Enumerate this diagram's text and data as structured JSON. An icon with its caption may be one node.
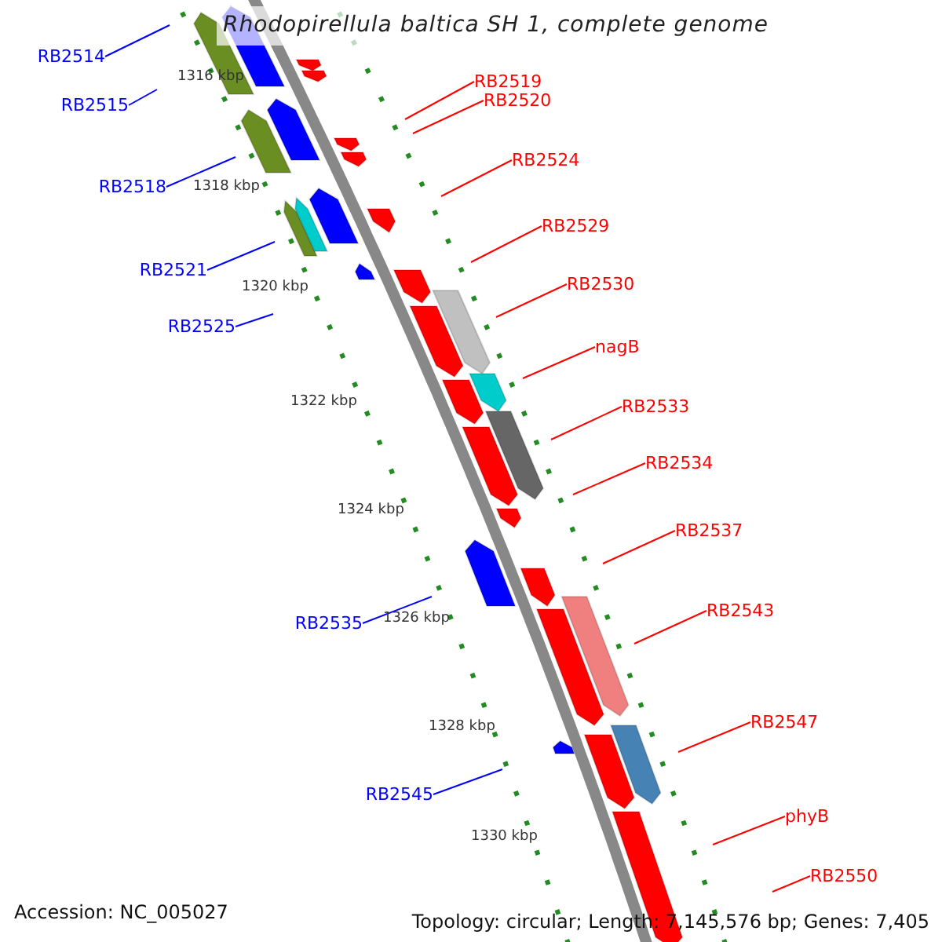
{
  "diagram": {
    "title": "Rhodopirellula baltica SH 1, complete genome",
    "nodes": [
      {
        "text": [
          "RB2514"
        ]
      },
      {
        "text": [
          "RB2519"
        ]
      },
      {
        "text": [
          "RB2520"
        ]
      },
      {
        "text": [
          "RB2515"
        ]
      },
      {
        "text": [
          "RB2524"
        ]
      },
      {
        "text": [
          "RB2518"
        ]
      },
      {
        "text": [
          "RB2529"
        ]
      },
      {
        "text": [
          "RB2521"
        ]
      },
      {
        "text": [
          "RB2530"
        ]
      },
      {
        "text": [
          "RB2525"
        ]
      },
      {
        "text": [
          "nagB"
        ]
      },
      {
        "text": [
          "RB2533"
        ]
      },
      {
        "text": [
          "RB2534"
        ]
      },
      {
        "text": [
          "RB2537"
        ]
      },
      {
        "text": [
          "RB2543"
        ]
      },
      {
        "text": [
          "RB2535"
        ]
      },
      {
        "text": [
          "RB2547"
        ]
      },
      {
        "text": [
          "RB2545"
        ]
      },
      {
        "text": [
          "phyB"
        ]
      },
      {
        "text": [
          "RB2550"
        ]
      }
    ],
    "edges": [
      {
        "from": 0,
        "to": null,
        "arrow": "none",
        "color": "#0000ff"
      },
      {
        "from": 1,
        "to": null,
        "arrow": "none"
      },
      {
        "from": 2,
        "to": null,
        "arrow": "none"
      },
      {
        "from": 3,
        "to": null,
        "arrow": "none",
        "color": "#0000ff"
      },
      {
        "from": 4,
        "to": null,
        "arrow": "none"
      },
      {
        "from": 5,
        "to": null,
        "arrow": "none",
        "color": "#0000ff"
      },
      {
        "from": 6,
        "to": null,
        "arrow": "none"
      },
      {
        "from": 7,
        "to": null,
        "arrow": "none",
        "color": "#0000ff"
      },
      {
        "from": 8,
        "to": null,
        "arrow": "none"
      },
      {
        "from": 9,
        "to": null,
        "arrow": "none",
        "color": "#0000ff"
      },
      {
        "from": 10,
        "to": null,
        "arrow": "none"
      },
      {
        "from": 11,
        "to": null,
        "arrow": "none"
      },
      {
        "from": 12,
        "to": null,
        "arrow": "none"
      },
      {
        "from": 13,
        "to": null,
        "arrow": "none"
      },
      {
        "from": 14,
        "to": null,
        "arrow": "none"
      },
      {
        "from": 15,
        "to": null,
        "arrow": "none",
        "color": "#0000ff"
      },
      {
        "from": 16,
        "to": null,
        "arrow": "none"
      },
      {
        "from": 17,
        "to": null,
        "arrow": "none",
        "color": "#0000ff"
      },
      {
        "from": 18,
        "to": null,
        "arrow": "none"
      },
      {
        "from": 19,
        "to": null,
        "arrow": "none"
      }
    ],
    "labels": [
      "1316 kbp",
      "1318 kbp",
      "1320 kbp",
      "1322 kbp",
      "1324 kbp",
      "1326 kbp",
      "1328 kbp",
      "1330 kbp",
      "Accession: NC_005027",
      "Topology: circular; Length: 7,145,576 bp; Genes: 7,405"
    ]
  }
}
